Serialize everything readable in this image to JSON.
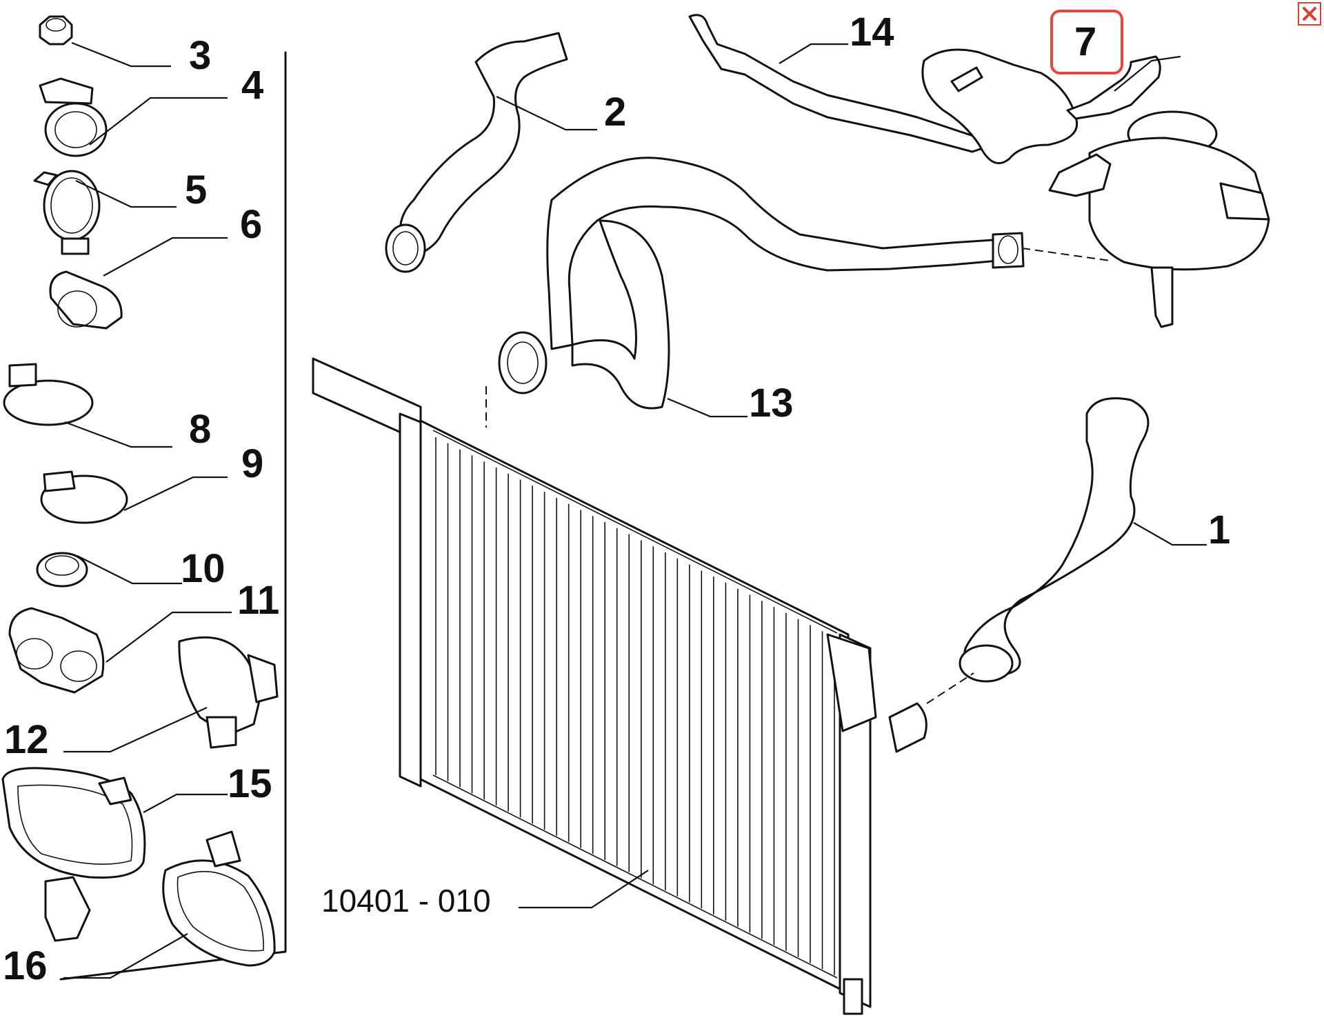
{
  "callouts": {
    "p1": "1",
    "p2": "2",
    "p3": "3",
    "p4": "4",
    "p5": "5",
    "p6": "6",
    "p7": "7",
    "p8": "8",
    "p9": "9",
    "p10": "10",
    "p11": "11",
    "p12": "12",
    "p13": "13",
    "p14": "14",
    "p15": "15",
    "p16": "16"
  },
  "reference_code": "10401 - 010",
  "highlighted_callout": "7",
  "colors": {
    "highlight": "#e2473f",
    "close_icon": "#d9402f",
    "ink": "#111111"
  },
  "icons": {
    "close": "close-icon"
  }
}
